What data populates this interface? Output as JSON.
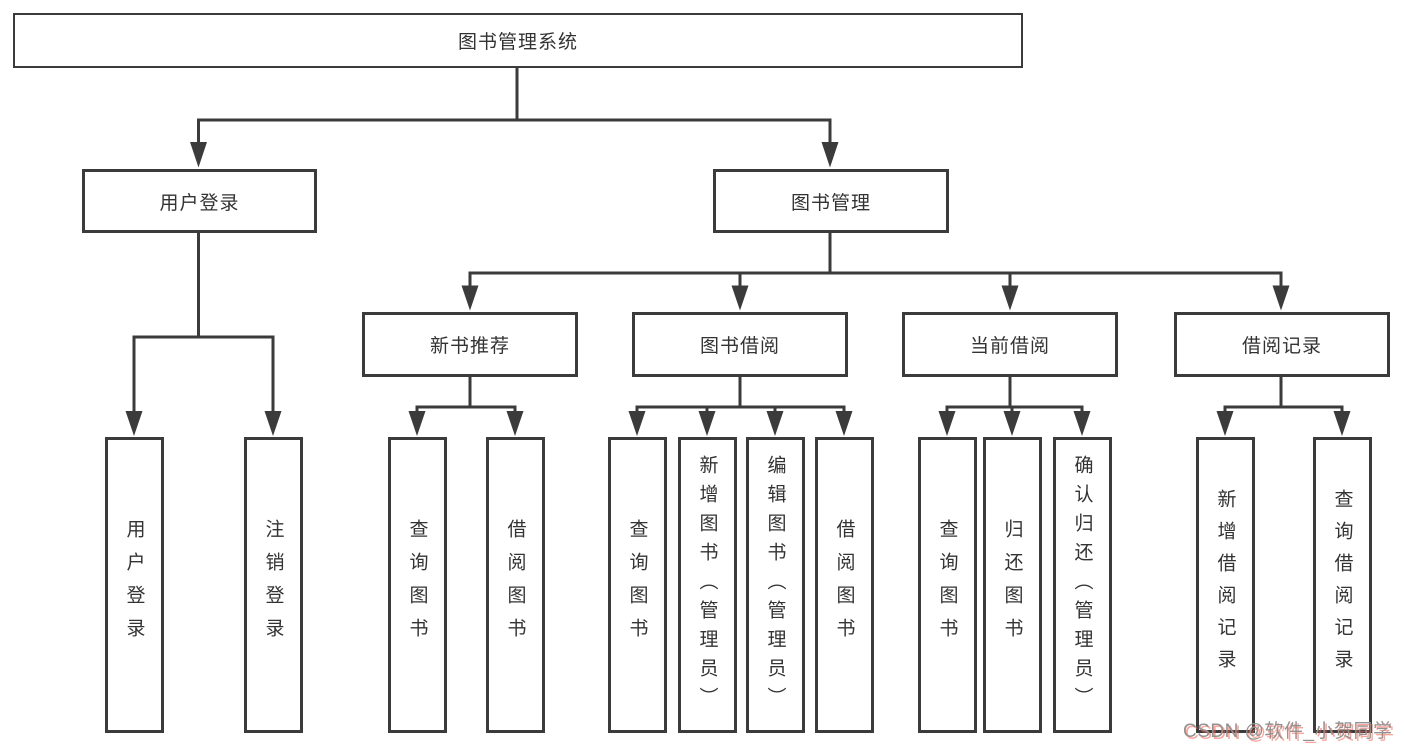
{
  "tree": {
    "label": "图书管理系统",
    "children": [
      {
        "label": "用户登录",
        "children": [
          {
            "label": "用户登录"
          },
          {
            "label": "注销登录"
          }
        ]
      },
      {
        "label": "图书管理",
        "children": [
          {
            "label": "新书推荐",
            "children": [
              {
                "label": "查询图书"
              },
              {
                "label": "借阅图书"
              }
            ]
          },
          {
            "label": "图书借阅",
            "children": [
              {
                "label": "查询图书"
              },
              {
                "label": "新增图书（管理员）"
              },
              {
                "label": "编辑图书（管理员）"
              },
              {
                "label": "借阅图书"
              }
            ]
          },
          {
            "label": "当前借阅",
            "children": [
              {
                "label": "查询图书"
              },
              {
                "label": "归还图书"
              },
              {
                "label": "确认归还（管理员）"
              }
            ]
          },
          {
            "label": "借阅记录",
            "children": [
              {
                "label": "新增借阅记录"
              },
              {
                "label": "查询借阅记录"
              }
            ]
          }
        ]
      }
    ]
  },
  "watermark": {
    "text": "CSDN @软件_小贺同学"
  },
  "colors": {
    "line": "#3b3b3b",
    "text": "#333333",
    "background": "#ffffff",
    "watermark_gray": "#919191",
    "watermark_red": "#fa5a46"
  }
}
